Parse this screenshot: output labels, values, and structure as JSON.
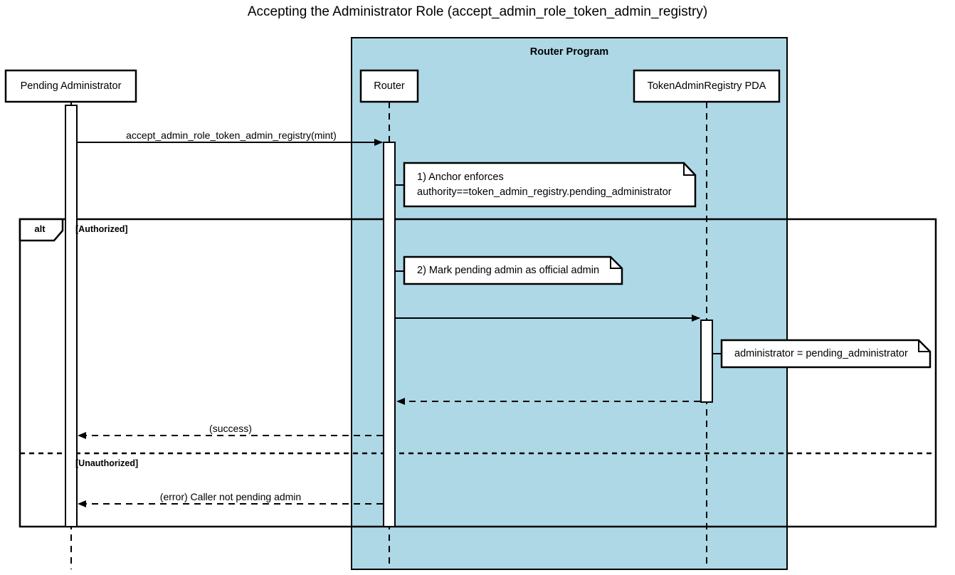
{
  "diagram": {
    "type": "uml-sequence-diagram",
    "title": "Accepting the Administrator Role (accept_admin_role_token_admin_registry)",
    "colors": {
      "group_fill": "#aed8e6",
      "stroke": "#000000",
      "note_fill": "#ffffff",
      "background": "#ffffff"
    },
    "groups": [
      {
        "name": "router-program-group",
        "label": "Router Program",
        "fill": "#aed8e6"
      }
    ],
    "participants": [
      {
        "name": "pending-administrator",
        "label": "Pending Administrator",
        "in_group": false
      },
      {
        "name": "router",
        "label": "Router",
        "in_group": true
      },
      {
        "name": "token-admin-registry-pda",
        "label": "TokenAdminRegistry PDA",
        "in_group": true
      }
    ],
    "messages": [
      {
        "name": "message-accept-admin-role",
        "label": "accept_admin_role_token_admin_registry(mint)",
        "from": "Pending Administrator",
        "to": "Router",
        "style": "solid",
        "arrow": "filled"
      },
      {
        "name": "message-router-to-pda",
        "label": "",
        "from": "Router",
        "to": "TokenAdminRegistry PDA",
        "style": "solid",
        "arrow": "filled"
      },
      {
        "name": "message-pda-return",
        "label": "",
        "from": "TokenAdminRegistry PDA",
        "to": "Router",
        "style": "dashed",
        "arrow": "filled"
      },
      {
        "name": "message-success",
        "label": "(success)",
        "from": "Router",
        "to": "Pending Administrator",
        "style": "dashed",
        "arrow": "filled"
      },
      {
        "name": "message-error",
        "label": "(error) Caller not pending admin",
        "from": "Router",
        "to": "Pending Administrator",
        "style": "dashed",
        "arrow": "filled"
      }
    ],
    "notes": [
      {
        "name": "note-anchor-enforces",
        "lines": [
          "1) Anchor enforces",
          "authority==token_admin_registry.pending_administrator"
        ],
        "attached_to": "Router"
      },
      {
        "name": "note-mark-pending-admin",
        "lines": [
          "2) Mark pending admin as official admin"
        ],
        "attached_to": "Router"
      },
      {
        "name": "note-administrator-assignment",
        "lines": [
          "administrator = pending_administrator"
        ],
        "attached_to": "TokenAdminRegistry PDA"
      }
    ],
    "fragment": {
      "name": "alt-fragment",
      "operator": "alt",
      "sections": [
        {
          "guard": "[Authorized]"
        },
        {
          "guard": "[Unauthorized]"
        }
      ]
    }
  }
}
